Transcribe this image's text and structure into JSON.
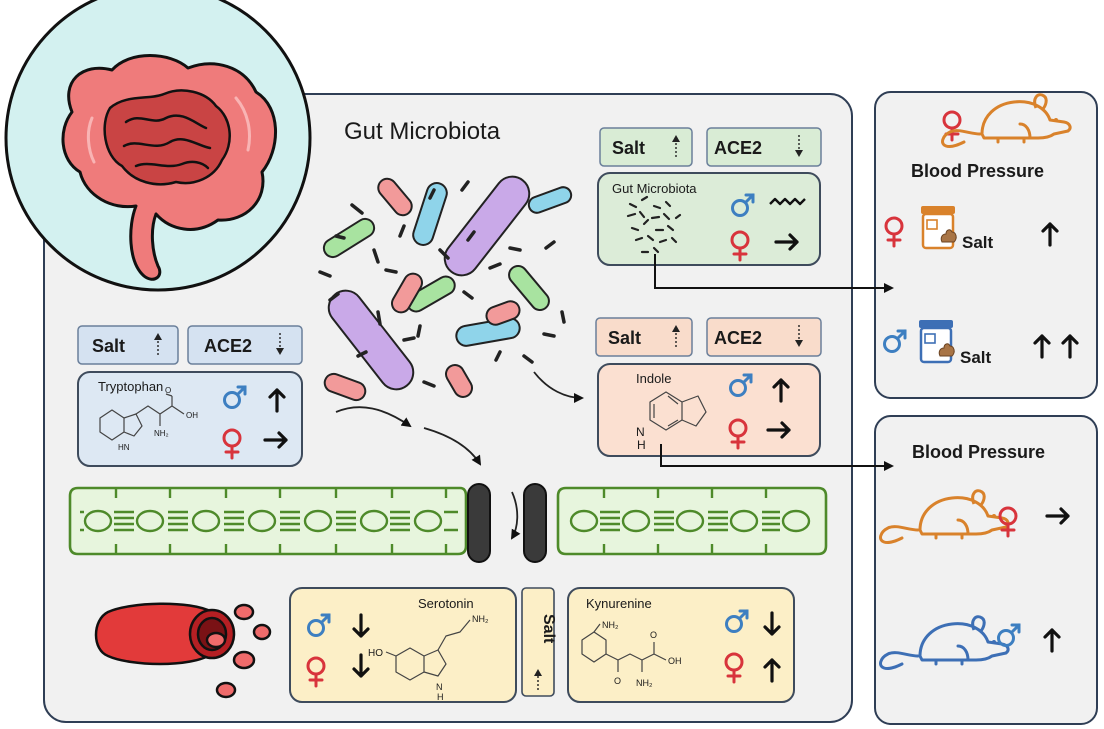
{
  "gut_title": "Gut Microbiota",
  "salt": "Salt",
  "ace2": "ACE2",
  "tryptophan": "Tryptophan",
  "indole": "Indole",
  "gut_microbiota_small": "Gut Microbiota",
  "serotonin": "Serotonin",
  "kynurenine": "Kynurenine",
  "blood_pressure": "Blood Pressure",
  "mol": {
    "oh": "OH",
    "o": "O",
    "nh2": "NH₂",
    "hn": "HN",
    "h": "H",
    "n": "N",
    "ho": "HO"
  },
  "colors": {
    "male": "#3d7fc1",
    "female": "#d8343c",
    "gut_pink": "#ef7b7b",
    "epithelium_green": "#4e8a2a",
    "rat_orange": "#d9822b",
    "rat_blue": "#3d6fb5"
  }
}
